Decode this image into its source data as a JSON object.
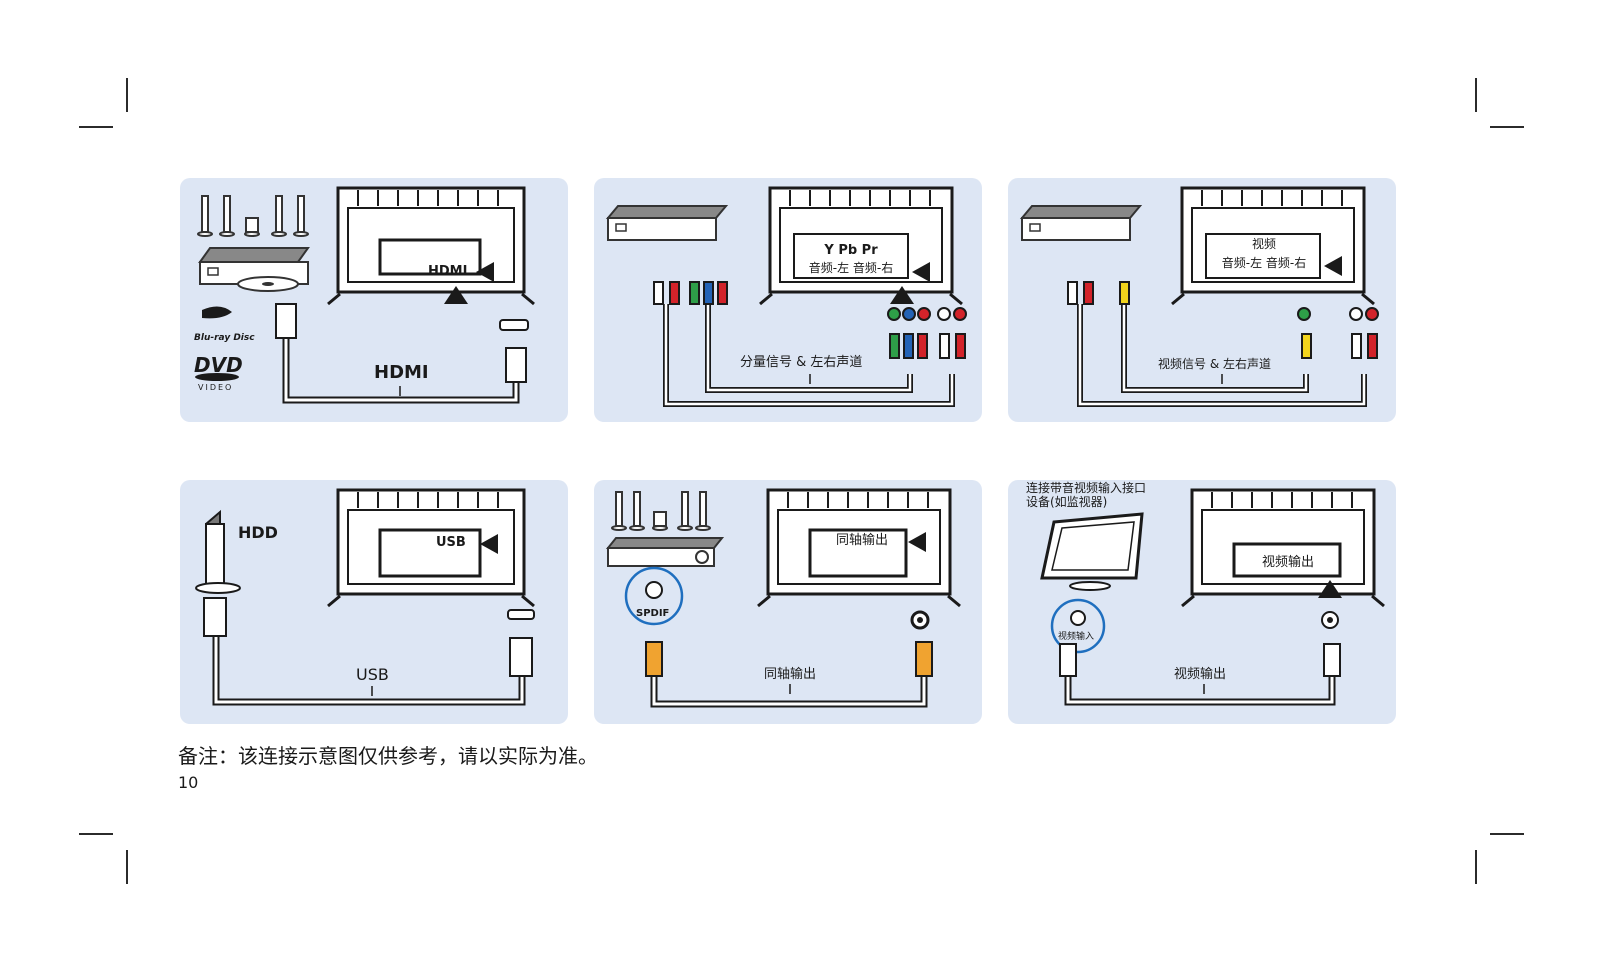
{
  "panels": {
    "hdmi": {
      "tv_port": "HDMI",
      "cable": "HDMI",
      "logo1": "Blu-ray Disc",
      "logo2": "DVD",
      "logo2_sub": "VIDEO"
    },
    "component": {
      "tv_port_line1": "Y Pb Pr",
      "tv_port_line2": "音频-左 音频-右",
      "cable": "分量信号 & 左右声道"
    },
    "composite": {
      "tv_port_line1": "视频",
      "tv_port_line2": "音频-左 音频-右",
      "cable": "视频信号 & 左右声道"
    },
    "usb": {
      "device": "HDD",
      "tv_port": "USB",
      "cable": "USB"
    },
    "coax": {
      "badge": "SPDIF",
      "tv_port": "同轴输出",
      "cable": "同轴输出"
    },
    "videoout": {
      "device_line1": "连接带音视频输入接口",
      "device_line2": "设备(如监视器)",
      "badge": "视频输入",
      "tv_port": "视频输出",
      "cable": "视频输出"
    }
  },
  "note": "备注：该连接示意图仅供参考，请以实际为准。",
  "page_number": "10",
  "colors": {
    "panel_bg": "#dde6f4",
    "accent_blue": "#1f6fbf",
    "rca_red": "#d3232a",
    "rca_green": "#2e9e48",
    "rca_blue": "#2463b5",
    "rca_yellow": "#f2d41c",
    "coax_orange": "#f0a330"
  }
}
